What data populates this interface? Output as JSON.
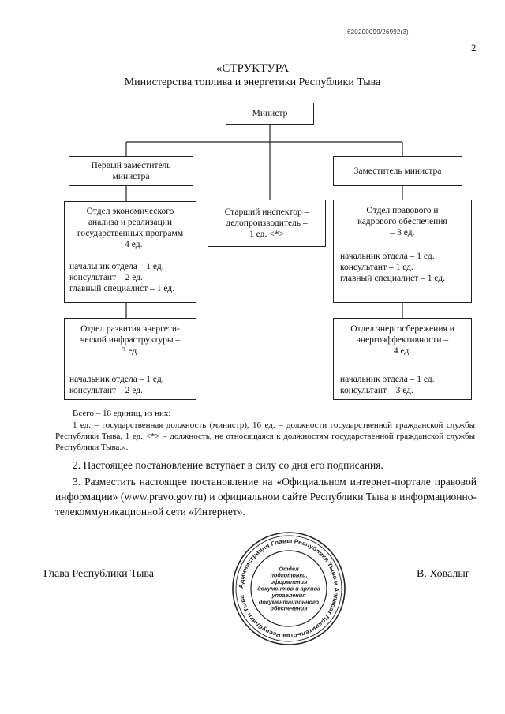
{
  "document": {
    "doc_id": "620200099/26992(3)",
    "page_number": "2",
    "title_line1": "«СТРУКТУРА",
    "title_line2": "Министерства топлива и энергетики Республики Тыва"
  },
  "org_chart": {
    "minister": "Министр",
    "first_deputy": [
      "Первый заместитель",
      "министра"
    ],
    "deputy": "Заместитель министра",
    "departments": {
      "economic": {
        "title": [
          "Отдел экономического",
          "анализа и реализации",
          "государственных программ",
          "– 4 ед."
        ],
        "staff": [
          "начальник отдела – 1 ед.",
          "консультант – 2 ед.",
          "главный специалист – 1 ед."
        ]
      },
      "inspector": {
        "title": [
          "Старший инспектор –",
          "делопроизводитель –",
          "1 ед. <*>"
        ]
      },
      "legal": {
        "title": [
          "Отдел правового и",
          "кадрового обеспечения",
          "– 3 ед."
        ],
        "staff": [
          "начальник отдела – 1 ед.",
          "консультант – 1 ед.",
          "главный специалист – 1 ед."
        ]
      },
      "infrastructure": {
        "title": [
          "Отдел развития энергети-",
          "ческой инфраструктуры –",
          "3 ед."
        ],
        "staff": [
          "начальник отдела – 1 ед.",
          "консультант – 2 ед."
        ]
      },
      "efficiency": {
        "title": [
          "Отдел энергосбережения и",
          "энергоэффективности –",
          "4 ед."
        ],
        "staff": [
          "начальник отдела – 1 ед.",
          "консультант – 3 ед."
        ]
      }
    }
  },
  "totals": {
    "line1": "Всего – 18 единиц, из них:",
    "line2": "1 ед. – государственная должность (министр), 16 ед. – должности государственной гражданской службы Республики Тыва, 1 ед. <*> – должность, не относящаяся к должностям государственной гражданской службы Республики Тыва.»."
  },
  "paragraphs": {
    "p2": "2. Настоящее постановление вступает в силу со дня его подписания.",
    "p3": "3. Разместить настоящее постановление на «Официальном интернет-портале правовой информации» (www.pravo.gov.ru) и официальном сайте Республики Тыва в информационно-телекоммуникационной сети «Интернет»."
  },
  "signature": {
    "position": "Глава Республики Тыва",
    "name": "В. Ховалыг"
  },
  "stamp": {
    "ring_text": "Администрация Главы Республики Тыва и Аппарат Правительства Республики Тыва",
    "center_lines": [
      "Отдел",
      "подготовки,",
      "оформления",
      "документов и архива",
      "управления",
      "документационного",
      "обеспечения"
    ]
  }
}
